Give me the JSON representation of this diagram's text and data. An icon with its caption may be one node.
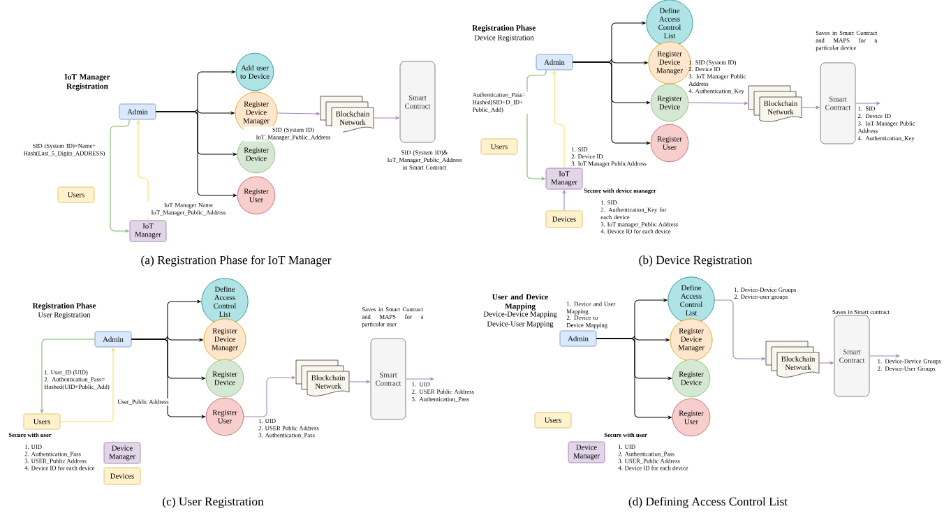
{
  "diagram": {
    "nodes": [
      {
        "text": [
          "Admin"
        ]
      },
      {
        "text": [
          "IoT Manager"
        ]
      },
      {
        "text": [
          "Users"
        ]
      },
      {
        "text": [
          "Add user to Device"
        ]
      },
      {
        "text": [
          "Register Device Manager"
        ]
      },
      {
        "text": [
          "Register Device"
        ]
      },
      {
        "text": [
          "Register User"
        ]
      },
      {
        "text": [
          "Blockchain Network"
        ]
      },
      {
        "text": [
          "Smart Contract"
        ],
        "beside": [
          "SID (System ID)& IoT_Manager_Public_Address in Smart Contract"
        ]
      },
      {
        "text": [
          "Admin"
        ]
      },
      {
        "text": [
          "IoT Manager"
        ]
      },
      {
        "text": [
          "Users"
        ]
      },
      {
        "text": [
          "Devices"
        ]
      },
      {
        "text": [
          "Define Access Control List"
        ]
      },
      {
        "text": [
          "Register Device Manager"
        ]
      },
      {
        "text": [
          "Register Device"
        ]
      },
      {
        "text": [
          "Register User"
        ]
      },
      {
        "text": [
          "Blockchain Network"
        ]
      },
      {
        "text": [
          "Smart Contract"
        ],
        "beside": [
          "Saves in Smart Contract and MAPS for a particular device"
        ]
      },
      {
        "text": [
          "Admin"
        ]
      },
      {
        "text": [
          "Users"
        ]
      },
      {
        "text": [
          "Device Manager"
        ]
      },
      {
        "text": [
          "Devices"
        ]
      },
      {
        "text": [
          "Define Access Control List"
        ]
      },
      {
        "text": [
          "Register Device Manager"
        ]
      },
      {
        "text": [
          "Register Device"
        ]
      },
      {
        "text": [
          "Register User"
        ]
      },
      {
        "text": [
          "Blockchain Network"
        ]
      },
      {
        "text": [
          "Smart Contract"
        ],
        "beside": [
          "Saves in Smart Contract and MAPS for a particular user"
        ]
      },
      {
        "text": [
          "Admin"
        ]
      },
      {
        "text": [
          "Users"
        ]
      },
      {
        "text": [
          "Device Manager"
        ]
      },
      {
        "text": [
          "Define Access Control List"
        ]
      },
      {
        "text": [
          "Register Device Manager"
        ]
      },
      {
        "text": [
          "Register Device"
        ]
      },
      {
        "text": [
          "Register User"
        ]
      },
      {
        "text": [
          "Blockchain Network"
        ]
      },
      {
        "text": [
          "Smart Contract"
        ],
        "beside": [
          "Saves in Smart contract"
        ]
      },
      {
        "text": [
          "1. SID",
          "2. Device ID",
          "3. IoT Manager Public Address",
          "4. Authentication_Key"
        ]
      },
      {
        "text": [
          "1. UID",
          "2. USER Public Address",
          "3. Authentication_Pass"
        ]
      },
      {
        "text": [
          "1. Device-Device Groups",
          "2. Device-User Groups"
        ]
      }
    ],
    "edges": [
      {
        "from": 0,
        "to": 3,
        "arrow": "to"
      },
      {
        "from": 0,
        "to": 4,
        "arrow": "to"
      },
      {
        "from": 0,
        "to": 5,
        "arrow": "to"
      },
      {
        "from": 0,
        "to": 6,
        "arrow": "to"
      },
      {
        "from": 0,
        "to": 1,
        "arrow": "to",
        "color": "#82b366",
        "label": "SID (System ID)=Name+ Hash(Last_5_Digits_ADDRESS)"
      },
      {
        "from": 1,
        "to": 0,
        "arrow": "to",
        "color": "#ffd966",
        "label": "IoT Manager Name IoT_Manager_Public_Address"
      },
      {
        "from": 4,
        "to": 7,
        "arrow": "to",
        "color": "#a680b8",
        "label": "SID (System ID) IoT_Manager_Public_Address"
      },
      {
        "from": 7,
        "to": 8,
        "arrow": "to",
        "color": "#a680b8"
      },
      {
        "from": 9,
        "to": 13,
        "arrow": "to"
      },
      {
        "from": 9,
        "to": 14,
        "arrow": "to"
      },
      {
        "from": 9,
        "to": 15,
        "arrow": "to"
      },
      {
        "from": 9,
        "to": 16,
        "arrow": "to"
      },
      {
        "from": 9,
        "to": 10,
        "arrow": "to",
        "color": "#82b366",
        "label": "Authentication_Pass= Hashed(SID+D_ID+ Public_Add)"
      },
      {
        "from": 10,
        "to": 9,
        "arrow": "to",
        "color": "#ffd966"
      },
      {
        "from": 12,
        "to": 10,
        "arrow": "to",
        "color": "#a680b8"
      },
      {
        "from": 15,
        "to": 17,
        "arrow": "to",
        "color": "#a680b8"
      },
      {
        "from": 17,
        "to": 18,
        "arrow": "to",
        "color": "#a680b8"
      },
      {
        "from": 18,
        "to": 38,
        "arrow": "to",
        "color": "#a680b8"
      },
      {
        "from": 19,
        "to": 23,
        "arrow": "to"
      },
      {
        "from": 19,
        "to": 24,
        "arrow": "to"
      },
      {
        "from": 19,
        "to": 25,
        "arrow": "to"
      },
      {
        "from": 19,
        "to": 26,
        "arrow": "to"
      },
      {
        "from": 19,
        "to": 20,
        "arrow": "to",
        "color": "#82b366"
      },
      {
        "from": 20,
        "to": 19,
        "arrow": "to",
        "color": "#ffd966",
        "label": "User_Public Address"
      },
      {
        "from": 26,
        "to": 27,
        "arrow": "to",
        "color": "#a680b8"
      },
      {
        "from": 27,
        "to": 28,
        "arrow": "to",
        "color": "#a680b8"
      },
      {
        "from": 28,
        "to": 39,
        "arrow": "to",
        "color": "#a680b8"
      },
      {
        "from": 29,
        "to": 32,
        "arrow": "to"
      },
      {
        "from": 29,
        "to": 33,
        "arrow": "to"
      },
      {
        "from": 29,
        "to": 34,
        "arrow": "to"
      },
      {
        "from": 29,
        "to": 35,
        "arrow": "to"
      },
      {
        "from": 32,
        "to": 36,
        "arrow": "to",
        "color": "#a680b8"
      },
      {
        "from": 36,
        "to": 37,
        "arrow": "to",
        "color": "#a680b8"
      },
      {
        "from": 37,
        "to": 40,
        "arrow": "to",
        "color": "#a680b8"
      }
    ],
    "labels": [
      "IoT Manager Registration",
      "(a) Registration Phase for IoT Manager",
      "Registration Phase",
      "Device Registration",
      "1. SID (System ID)",
      "2. Device ID",
      "3. IoT Manager Public Address",
      "4. Authentication_Key",
      "1. SID",
      "2. Device ID",
      "3. IoT Manager PublicAddress",
      "Secure with device manager",
      "1. SID",
      "2. Authentication_Key for each device",
      "3. IoT manager_Public Address",
      "4. Device ID for each device",
      "(b) Device Registration",
      "Registration Phase",
      "User Registration",
      "1. User_ID (UID)",
      "2. Authentication_Pass= Hashed(UID+Public_Add)",
      "Secure with user",
      "1. UID",
      "2. Authentication_Pass",
      "3. USER_Public Address",
      "4. Device ID for each device",
      "1. UID",
      "2. USER Public Address",
      "3. Authentication_Pass",
      "(c) User Registration",
      "User and Device Mapping",
      "Device-Device Mapping",
      "Device-User Mapping",
      "1. Device and User Mapping",
      "2. Device to Device Mapping",
      "1. Device-Device Groups",
      "2. Device-user groups",
      "Secure with user",
      "1. UID",
      "2. Authentication_Pass",
      "3. USER_Public Address",
      "4. Device ID for each device",
      "(d) Defining Access Control List"
    ]
  }
}
